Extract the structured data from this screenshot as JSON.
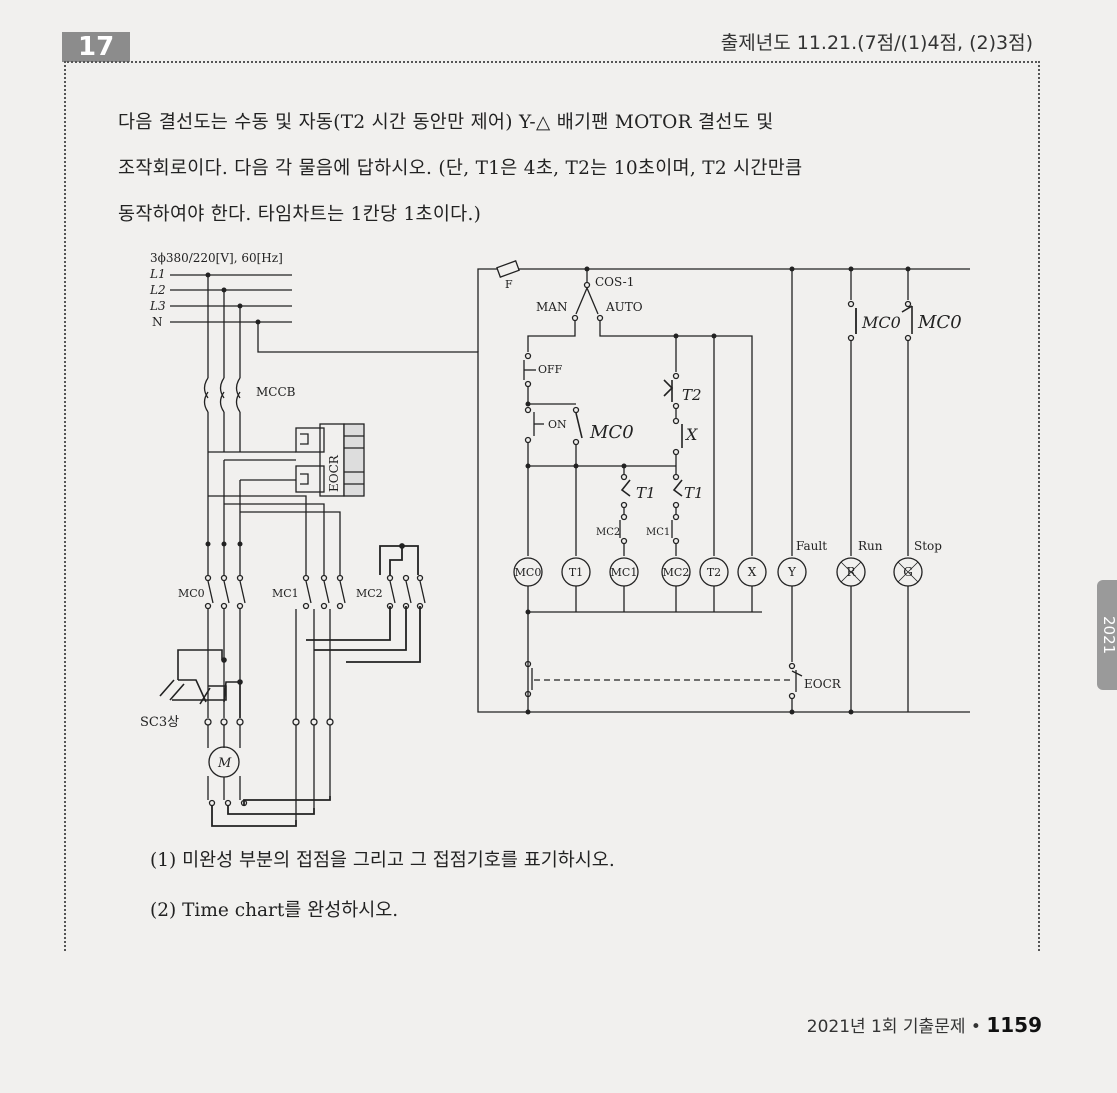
{
  "header": {
    "question_number": "17",
    "exam_info": "출제년도 11.21.(7점/(1)4점, (2)3점)"
  },
  "question": {
    "line1": "다음 결선도는 수동 및 자동(T2 시간 동안만 제어) Y-△ 배기팬 MOTOR 결선도 및",
    "line2": "조작회로이다. 다음 각 물음에 답하시오. (단, T1은 4초, T2는 10초이며, T2 시간만큼",
    "line3": "동작하여야 한다. 타임차트는 1칸당 1초이다.)"
  },
  "circuit": {
    "supply": "3ϕ380/220[V], 60[Hz]",
    "lines": [
      "L1",
      "L2",
      "L3",
      "N"
    ],
    "mccb": "MCCB",
    "eocr_main": "EOCR",
    "contactors": [
      "MC0",
      "MC1",
      "MC2"
    ],
    "motor": "M",
    "fuse": "F",
    "selector": "COS-1",
    "man": "MAN",
    "auto": "AUTO",
    "off": "OFF",
    "on": "ON",
    "coils": [
      "MC0",
      "T1",
      "MC1",
      "MC2",
      "T2",
      "X",
      "Y",
      "R",
      "G"
    ],
    "lamp_labels": [
      "Fault",
      "Run",
      "Stop"
    ],
    "interlock_mc2": "MC2",
    "interlock_mc1": "MC1",
    "eocr_contact": "EOCR"
  },
  "handwritten": {
    "mc0_on": "MC0",
    "t2": "T2",
    "x": "X",
    "t1a": "T1",
    "t1b": "T1",
    "run_mc0": "MC0",
    "stop_mc0": "MC0",
    "sc": "SC3상"
  },
  "subquestions": {
    "q1": "(1) 미완성 부분의 접점을 그리고 그 접점기호를 표기하시오.",
    "q2": "(2) Time chart를 완성하시오."
  },
  "footer": {
    "label": "2021년 1회 기출문제 •",
    "page": "1159"
  },
  "sidetab": "2021"
}
